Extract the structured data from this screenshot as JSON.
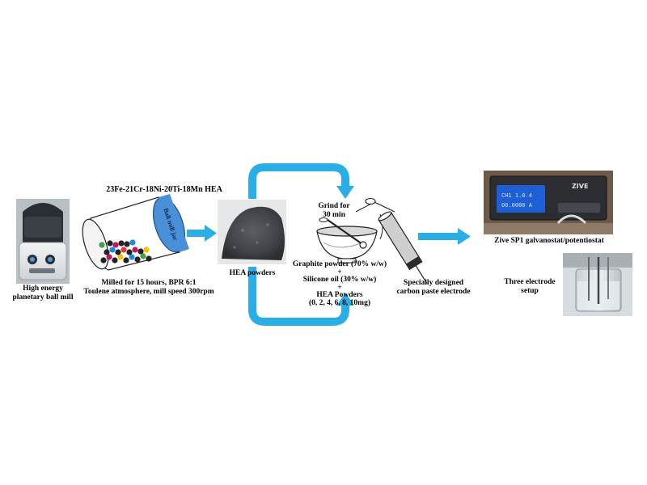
{
  "ball_mill": {
    "caption_line1": "High energy",
    "caption_line2": "planetary ball mill"
  },
  "milling": {
    "title": "23Fe-21Cr-18Ni-20Ti-18Mn HEA",
    "jar_label": "Ball mill jar",
    "condition_line1": "Milled for 15 hours, BPR 6:1",
    "condition_line2": "Toulene atmosphere, mill speed 300rpm"
  },
  "powder": {
    "caption": "HEA powders"
  },
  "mixing": {
    "grind_line1": "Grind for",
    "grind_line2": "30 min",
    "comp_line1": "Graphite powder (70% w/w)",
    "plus1": "+",
    "comp_line2": "Silicone oil (30% w/w)",
    "plus2": "+",
    "comp_line3": "HEA Powders",
    "comp_line4": "(0, 2, 4, 6, 8, 10mg)"
  },
  "electrode": {
    "caption_line1": "Specially designed",
    "caption_line2": "carbon paste electrode"
  },
  "instrument": {
    "caption": "Zive SP1 galvanostat/potentiostat",
    "brand": "ZIVE",
    "screen_line1": "CH1  1.0.4",
    "screen_line2": "00.0000 A"
  },
  "cell": {
    "caption_line1": "Three electrode",
    "caption_line2": "setup"
  },
  "colors": {
    "arrow": "#29aee6",
    "jar_blue": "#4a90d9",
    "device_blue": "#1f5fd6"
  }
}
